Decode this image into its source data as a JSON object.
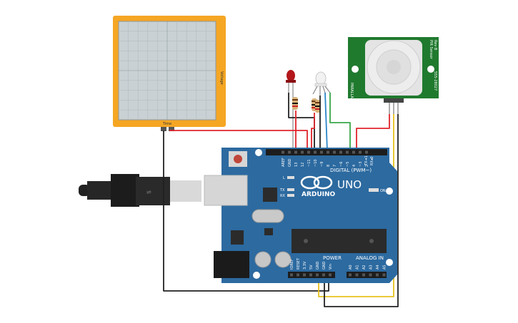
{
  "oscilloscope": {
    "axis_y_label": "Voltage",
    "axis_x_label": "Time",
    "frame_color": "#f5a623",
    "screen_color": "#c9d1d4"
  },
  "pir_sensor": {
    "side_label": "PIR Sensor",
    "revision": "Rev B",
    "part_number": "555-28027",
    "brand": "PARALLAX",
    "board_color": "#1f7a2e"
  },
  "arduino": {
    "brand": "ARDUINO",
    "model": "UNO",
    "digital_header_label": "DIGITAL (PWM~)",
    "power_label": "POWER",
    "analog_label": "ANALOG IN",
    "on_label": "ON",
    "led_l": "L",
    "led_tx": "TX",
    "led_rx": "RX",
    "tx_pin_label": "TX➜1",
    "rx_pin_label": "RX◂0",
    "digital_pins": [
      "AREF",
      "GND",
      "13",
      "12",
      "~11",
      "~10",
      "~9",
      "8",
      "7",
      "~6",
      "~5",
      "4",
      "~3",
      "2"
    ],
    "power_pins": [
      "IOREF",
      "RESET",
      "3.3V",
      "5V",
      "GND",
      "GND",
      "Vin"
    ],
    "analog_pins": [
      "A0",
      "A1",
      "A2",
      "A3",
      "A4",
      "A5"
    ],
    "board_color": "#2c6aa0"
  },
  "components": {
    "red_led_color": "#b3171b",
    "rgb_led_color": "#f2f2f2"
  },
  "wire_colors": {
    "red": "#e0242b",
    "black": "#222222",
    "green": "#3aa84a",
    "blue": "#2a86c8",
    "yellow": "#e8c21c"
  }
}
